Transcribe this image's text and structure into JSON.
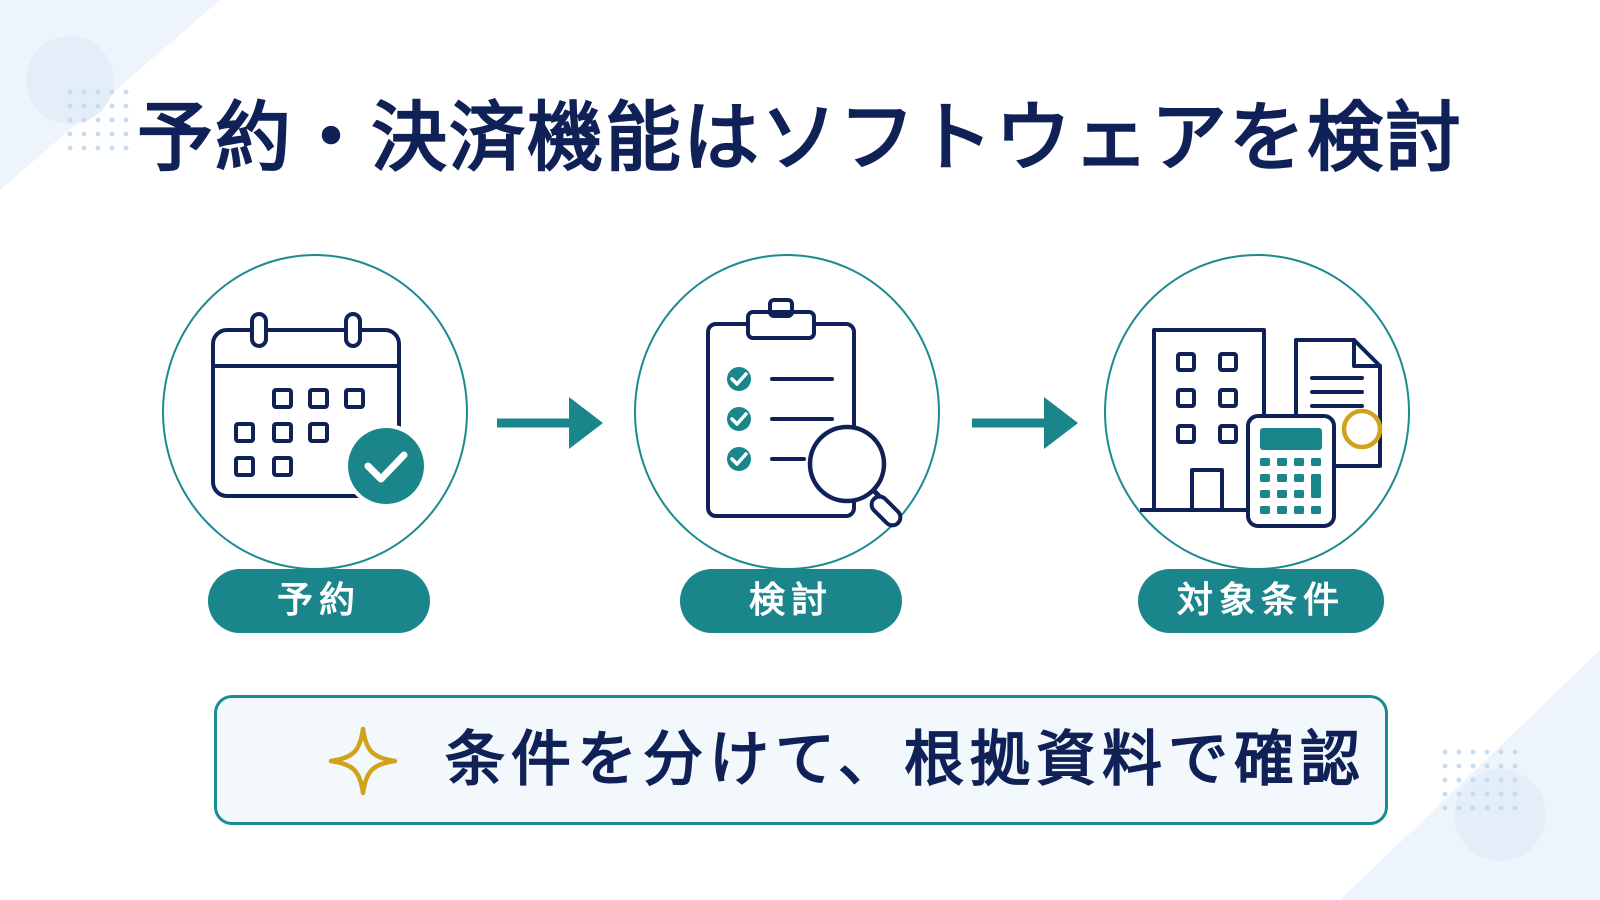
{
  "title": "予約・決済機能はソフトウェアを検討",
  "steps": [
    {
      "label": "予約",
      "icon": "calendar-check-icon"
    },
    {
      "label": "検討",
      "icon": "clipboard-search-icon"
    },
    {
      "label": "対象条件",
      "icon": "building-calculator-document-icon"
    }
  ],
  "callout": {
    "icon": "sparkle-icon",
    "text": "条件を分けて、根拠資料で確認"
  },
  "colors": {
    "navy": "#0f2156",
    "teal": "#1a868b",
    "gold": "#d1a21c",
    "banner_background": "#f3f8fd"
  }
}
